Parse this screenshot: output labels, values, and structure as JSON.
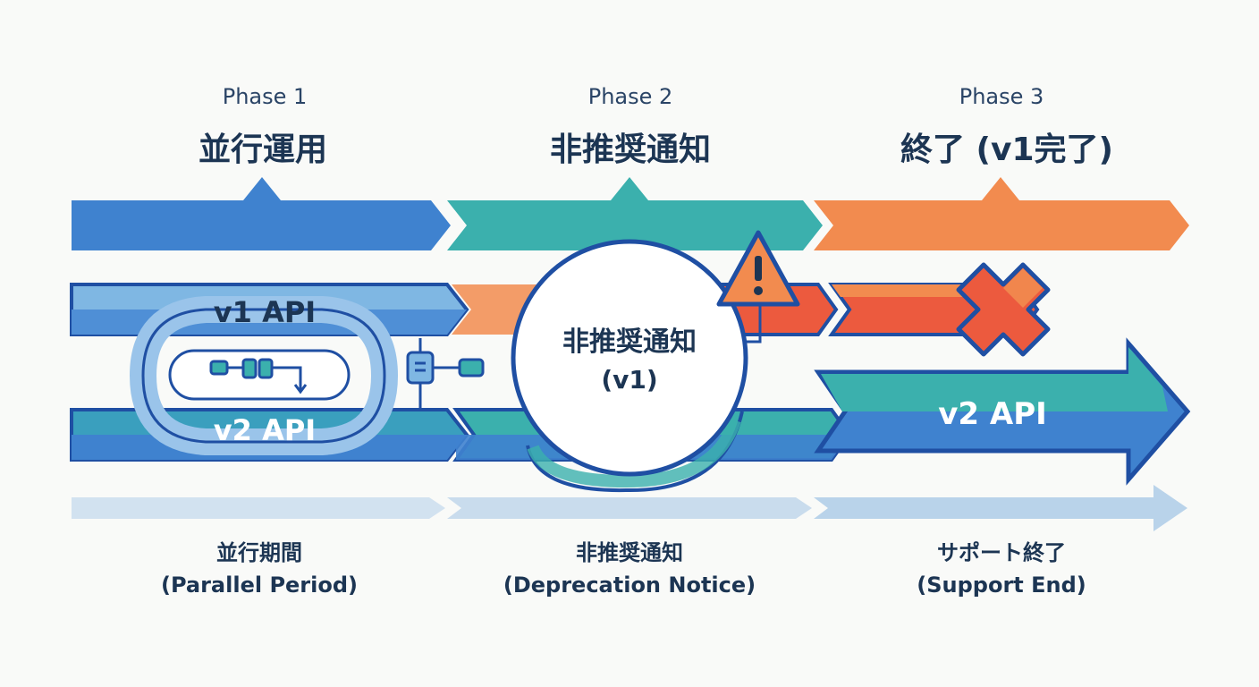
{
  "colors": {
    "blue": "#3f82cf",
    "teal": "#3bb0ad",
    "orange": "#f28b4f",
    "red": "#ec5a3e",
    "navy": "#1f4fa3",
    "text": "#1c3553",
    "light_blue": "#cfe0ef"
  },
  "phases": [
    {
      "number": "Phase 1",
      "title": "並行運用"
    },
    {
      "number": "Phase 2",
      "title": "非推奨通知"
    },
    {
      "number": "Phase 3",
      "title": "終了 (v1完了)"
    }
  ],
  "lanes": {
    "v1_label": "v1 API",
    "v2_label": "v2 API",
    "v2_final_label": "v2 API"
  },
  "center_circle": {
    "line1": "非推奨通知",
    "line2": "(v1)"
  },
  "icons": [
    "warning-icon",
    "cross-icon",
    "switch-icon",
    "server-icon"
  ],
  "legend": [
    {
      "jp": "並行期間",
      "en": "(Parallel Period)"
    },
    {
      "jp": "非推奨通知",
      "en": "(Deprecation Notice)"
    },
    {
      "jp": "サポート終了",
      "en": "(Support End)"
    }
  ]
}
